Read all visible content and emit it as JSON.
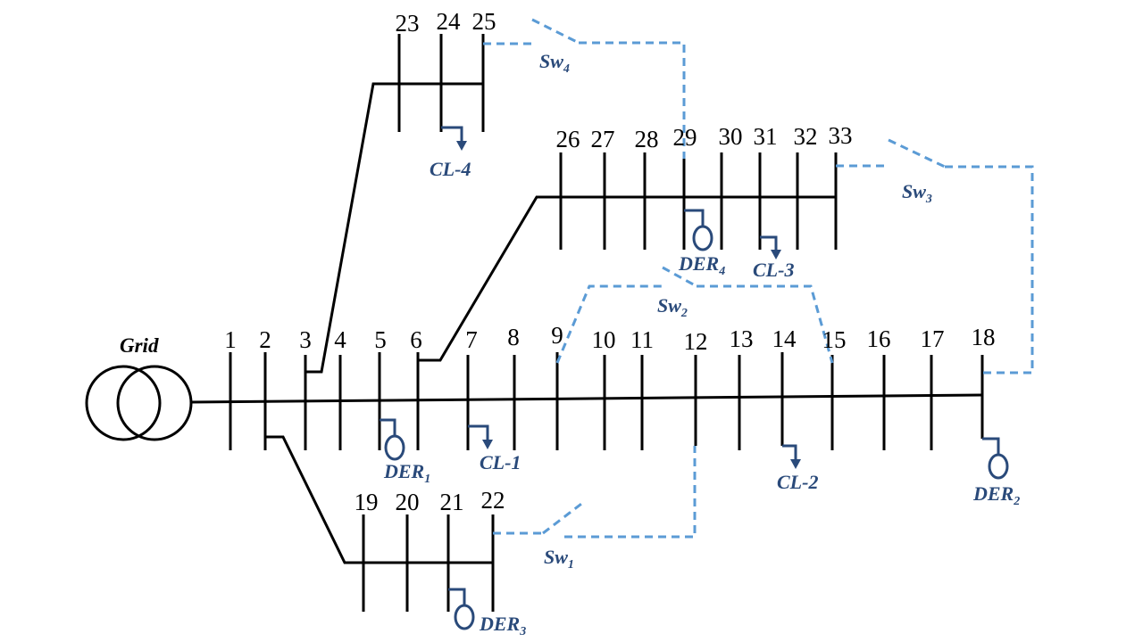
{
  "grid_label": "Grid",
  "buses": [
    "1",
    "2",
    "3",
    "4",
    "5",
    "6",
    "7",
    "8",
    "9",
    "10",
    "11",
    "12",
    "13",
    "14",
    "15",
    "16",
    "17",
    "18",
    "19",
    "20",
    "21",
    "22",
    "23",
    "24",
    "25",
    "26",
    "27",
    "28",
    "29",
    "30",
    "31",
    "32",
    "33"
  ],
  "switches": {
    "sw1": {
      "main": "Sw",
      "sub": "1"
    },
    "sw2": {
      "main": "Sw",
      "sub": "2"
    },
    "sw3": {
      "main": "Sw",
      "sub": "3"
    },
    "sw4": {
      "main": "Sw",
      "sub": "4"
    }
  },
  "ders": {
    "der1": {
      "main": "DER",
      "sub": "1"
    },
    "der2": {
      "main": "DER",
      "sub": "2"
    },
    "der3": {
      "main": "DER",
      "sub": "3"
    },
    "der4": {
      "main": "DER",
      "sub": "4"
    }
  },
  "loads": {
    "cl1": "CL-1",
    "cl2": "CL-2",
    "cl3": "CL-3",
    "cl4": "CL-4"
  },
  "colors": {
    "line": "#000000",
    "tie_switch": "#5b9bd5",
    "component": "#2a4a7a"
  }
}
